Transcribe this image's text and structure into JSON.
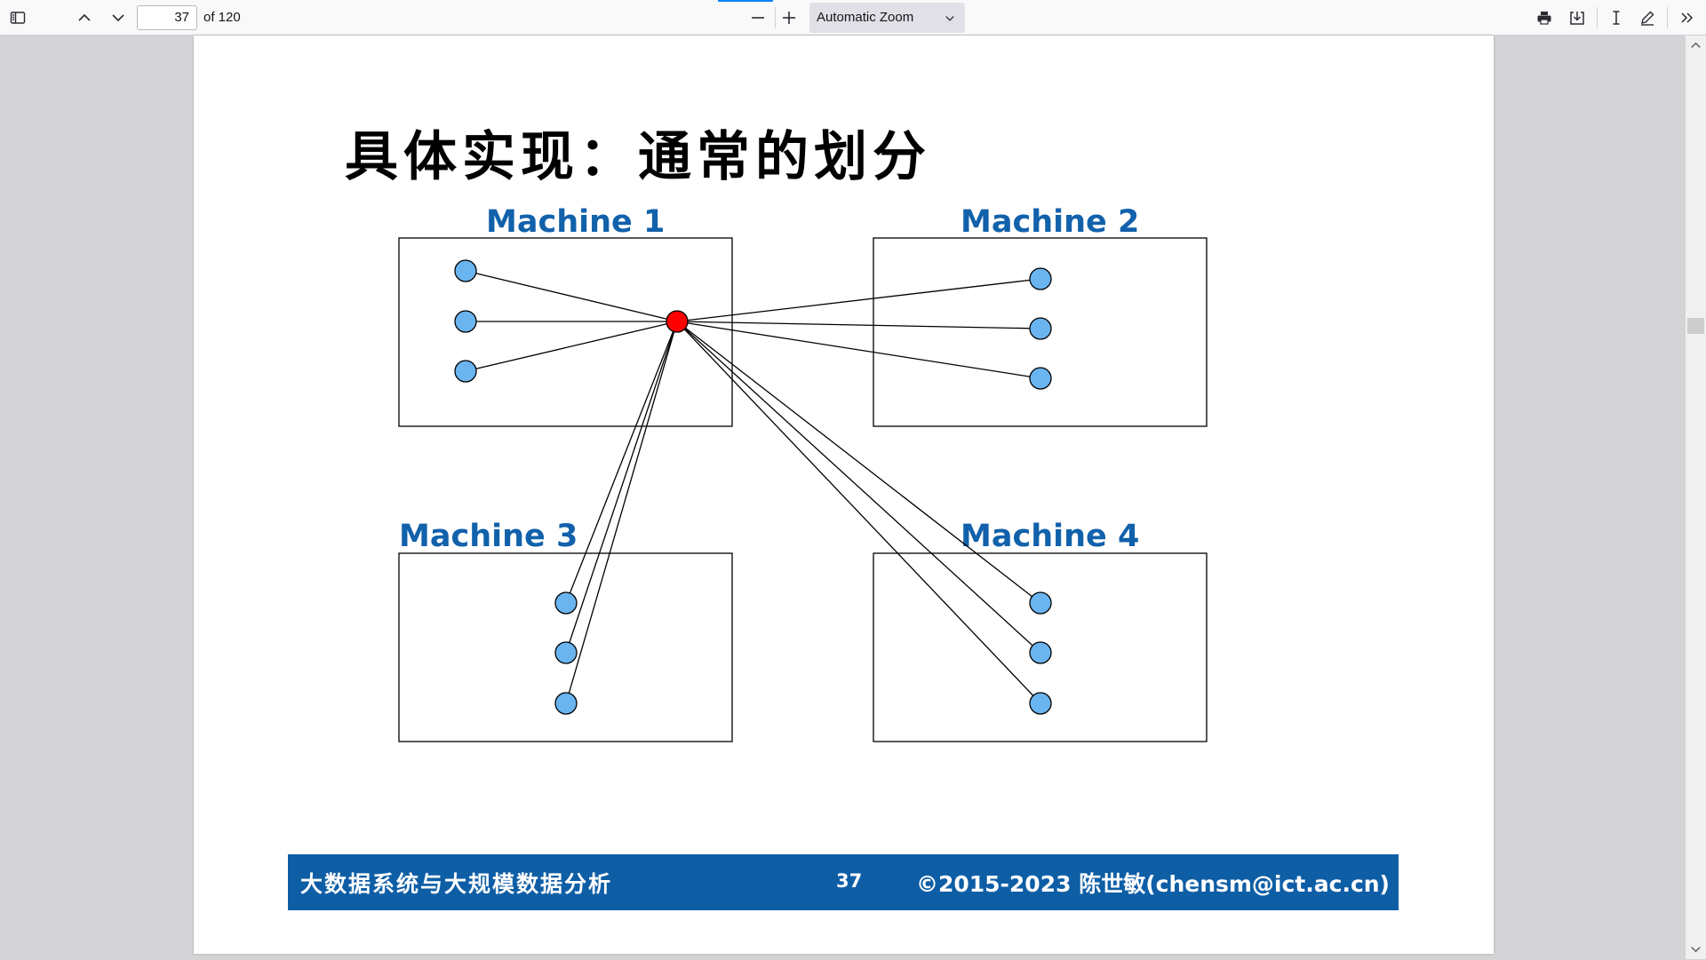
{
  "toolbar": {
    "page_number": "37",
    "page_count": "of 120",
    "zoom_value": "Automatic Zoom"
  },
  "slide": {
    "title": "具体实现：通常的划分",
    "machines": [
      {
        "label": "Machine 1"
      },
      {
        "label": "Machine 2"
      },
      {
        "label": "Machine 3"
      },
      {
        "label": "Machine 4"
      }
    ],
    "colors": {
      "label": "#1161ab",
      "node_fill": "#6ab4f0",
      "hub_fill": "#ff0000",
      "footer_bg": "#0e5ea6"
    }
  },
  "footer": {
    "course": "大数据系统与大规模数据分析",
    "page": "37",
    "copyright": "©2015-2023 陈世敏(chensm@ict.ac.cn)"
  },
  "icons": [
    "sidebar-toggle-icon",
    "chevron-up-icon",
    "chevron-down-icon",
    "zoom-out-icon",
    "zoom-in-icon",
    "print-icon",
    "download-icon",
    "text-cursor-icon",
    "draw-icon",
    "tools-icon"
  ]
}
